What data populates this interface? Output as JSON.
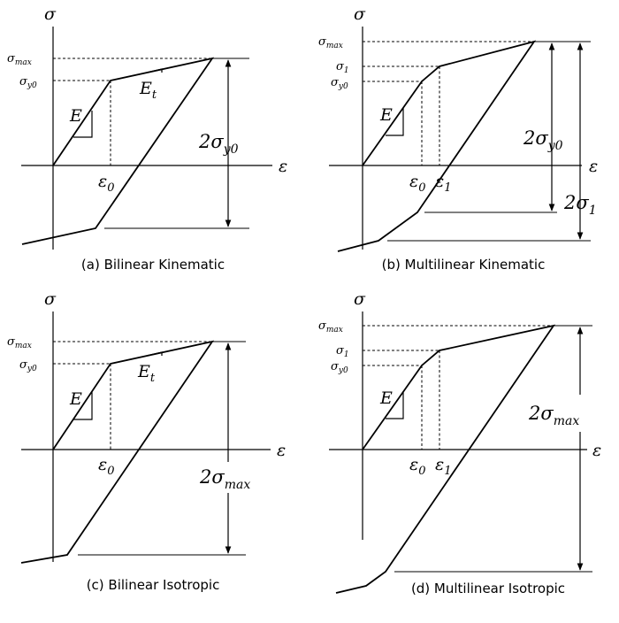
{
  "panels": [
    {
      "caption": "(a) Bilinear Kinematic",
      "axis_x": "ε",
      "axis_y": "σ",
      "tick_smax": "σmax",
      "tick_smax_base": "σ",
      "tick_smax_sub": "max",
      "tick_sy0": "σy0",
      "tick_sy0_base": "σ",
      "tick_sy0_sub": "y0",
      "modulus": "E",
      "tangent": "Et",
      "tangent_base": "E",
      "tangent_sub": "t",
      "strain_e0": "ε0",
      "strain_e0_base": "ε",
      "strain_e0_sub": "0",
      "range": "2σy0",
      "range_base": "2σ",
      "range_sub": "y0"
    },
    {
      "caption": "(b) Multilinear Kinematic",
      "axis_x": "ε",
      "axis_y": "σ",
      "tick_smax": "σmax",
      "tick_smax_base": "σ",
      "tick_smax_sub": "max",
      "tick_s1": "σ1",
      "tick_s1_base": "σ",
      "tick_s1_sub": "1",
      "tick_sy0": "σy0",
      "tick_sy0_base": "σ",
      "tick_sy0_sub": "y0",
      "modulus": "E",
      "strain_e0": "ε0",
      "strain_e0_base": "ε",
      "strain_e0_sub": "0",
      "strain_e1": "ε1",
      "strain_e1_base": "ε",
      "strain_e1_sub": "1",
      "range": "2σy0",
      "range_base": "2σ",
      "range_sub": "y0",
      "range2": "2σ1",
      "range2_base": "2σ",
      "range2_sub": "1"
    },
    {
      "caption": "(c) Bilinear Isotropic",
      "axis_x": "ε",
      "axis_y": "σ",
      "tick_smax": "σmax",
      "tick_smax_base": "σ",
      "tick_smax_sub": "max",
      "tick_sy0": "σy0",
      "tick_sy0_base": "σ",
      "tick_sy0_sub": "y0",
      "modulus": "E",
      "tangent": "Et",
      "tangent_base": "E",
      "tangent_sub": "t",
      "strain_e0": "ε0",
      "strain_e0_base": "ε",
      "strain_e0_sub": "0",
      "range": "2σmax",
      "range_base": "2σ",
      "range_sub": "max"
    },
    {
      "caption": "(d) Multilinear Isotropic",
      "axis_x": "ε",
      "axis_y": "σ",
      "tick_smax": "σmax",
      "tick_smax_base": "σ",
      "tick_smax_sub": "max",
      "tick_s1": "σ1",
      "tick_s1_base": "σ",
      "tick_s1_sub": "1",
      "tick_sy0": "σy0",
      "tick_sy0_base": "σ",
      "tick_sy0_sub": "y0",
      "modulus": "E",
      "strain_e0": "ε0",
      "strain_e0_base": "ε",
      "strain_e0_sub": "0",
      "strain_e1": "ε1",
      "strain_e1_base": "ε",
      "strain_e1_sub": "1",
      "range": "2σmax",
      "range_base": "2σ",
      "range_sub": "max"
    }
  ]
}
